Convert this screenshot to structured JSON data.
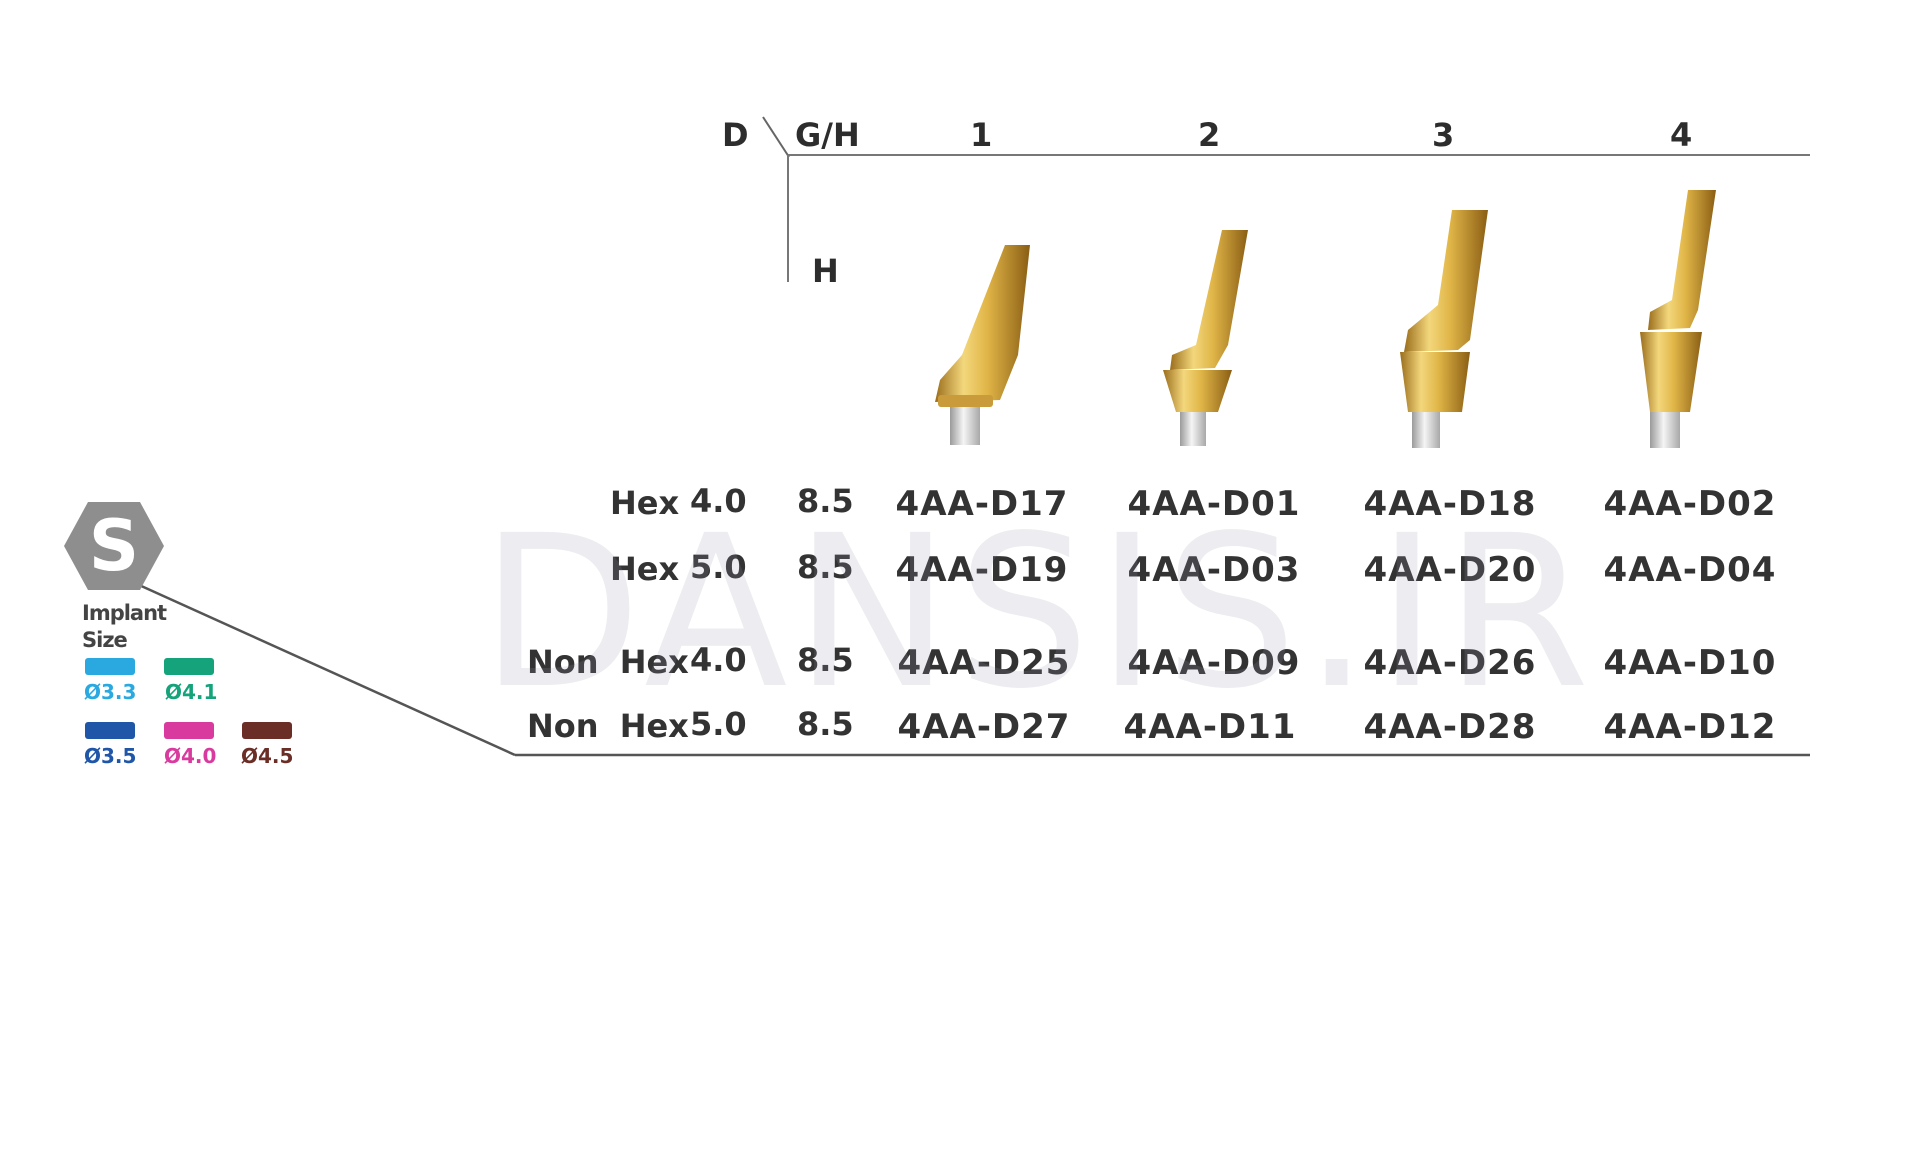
{
  "header": {
    "d_label": "D",
    "gh_label": "G/H",
    "h_label": "H",
    "columns": [
      "1",
      "2",
      "3",
      "4"
    ]
  },
  "rows": [
    {
      "label": "Hex",
      "d": "4.0",
      "gh": "8.5",
      "codes": [
        "4AA-D17",
        "4AA-D01",
        "4AA-D18",
        "4AA-D02"
      ]
    },
    {
      "label": "Hex",
      "d": "5.0",
      "gh": "8.5",
      "codes": [
        "4AA-D19",
        "4AA-D03",
        "4AA-D20",
        "4AA-D04"
      ]
    },
    {
      "label": "Non Hex",
      "d": "4.0",
      "gh": "8.5",
      "codes": [
        "4AA-D25",
        "4AA-D09",
        "4AA-D26",
        "4AA-D10"
      ]
    },
    {
      "label": "Non Hex",
      "d": "5.0",
      "gh": "8.5",
      "codes": [
        "4AA-D27",
        "4AA-D11",
        "4AA-D28",
        "4AA-D12"
      ]
    }
  ],
  "badge": {
    "letter": "S",
    "color": "#8e8e8e"
  },
  "legend": {
    "title_line1": "Implant",
    "title_line2": "Size",
    "sizes": [
      {
        "label": "Ø3.3",
        "color": "#2aa8e0"
      },
      {
        "label": "Ø4.1",
        "color": "#14a37a"
      },
      {
        "label": "Ø3.5",
        "color": "#1f56a8"
      },
      {
        "label": "Ø4.0",
        "color": "#d83a9e"
      },
      {
        "label": "Ø4.5",
        "color": "#6b2e26"
      }
    ]
  },
  "watermark": "DANSIS.IR",
  "abutment_icon": "angled-abutment-icon"
}
